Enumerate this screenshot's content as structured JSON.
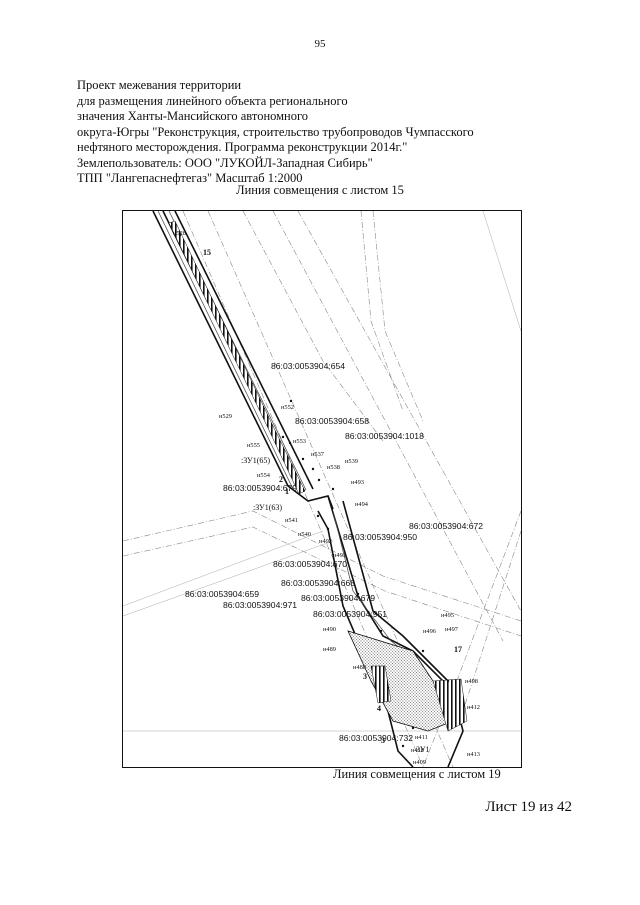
{
  "page_number": "95",
  "header_lines": [
    "Проект межевания территории",
    "для размещения линейного объекта регионального",
    "значения Ханты-Мансийского автономного",
    "округа-Югры \"Реконструкция, строительство трубопроводов Чумпасского",
    "нефтяного месторождения. Программа реконструкции 2014г.\"",
    "Землепользователь: ООО \"ЛУКОЙЛ-Западная Сибирь\"",
    "ТПП \"Лангепаснефтегаз\" Масштаб 1:2000"
  ],
  "top_caption": "Линия совмещения с листом 15",
  "bottom_caption": "Линия совмещения с листом 19",
  "sheet_counter": "Лист 19 из 42",
  "map": {
    "cadastral_labels": [
      "86:03:0053904:654",
      "86:03:0053904:658",
      "86:03:0053904:1018",
      "86:03:0053904:679",
      "86:03:0053904:672",
      "86:03:0053904:950",
      "86:03:0053904:670",
      "86:03:0053904:668",
      "86:03:0053904:659",
      "86:03:0053904:971",
      "86:03:0053904:679",
      "86:03:0053904:951",
      "86:03:0053904:732"
    ],
    "land_plot_labels": [
      ":ЗУ1(65)",
      ":ЗУ1(63)",
      "ЗУ1"
    ],
    "point_labels": [
      "н528",
      "н529",
      "н552",
      "н553",
      "н555",
      "н554",
      "н537",
      "н538",
      "н539",
      "н493",
      "н494",
      "н541",
      "н540",
      "н492",
      "н491",
      "н495",
      "н496",
      "н497",
      "н490",
      "н489",
      "н488",
      "н498",
      "н412",
      "н411",
      "н410",
      "н409",
      "н413"
    ],
    "small_numbers": [
      "15",
      "2",
      "1",
      "17",
      "3",
      "4",
      "3"
    ]
  }
}
